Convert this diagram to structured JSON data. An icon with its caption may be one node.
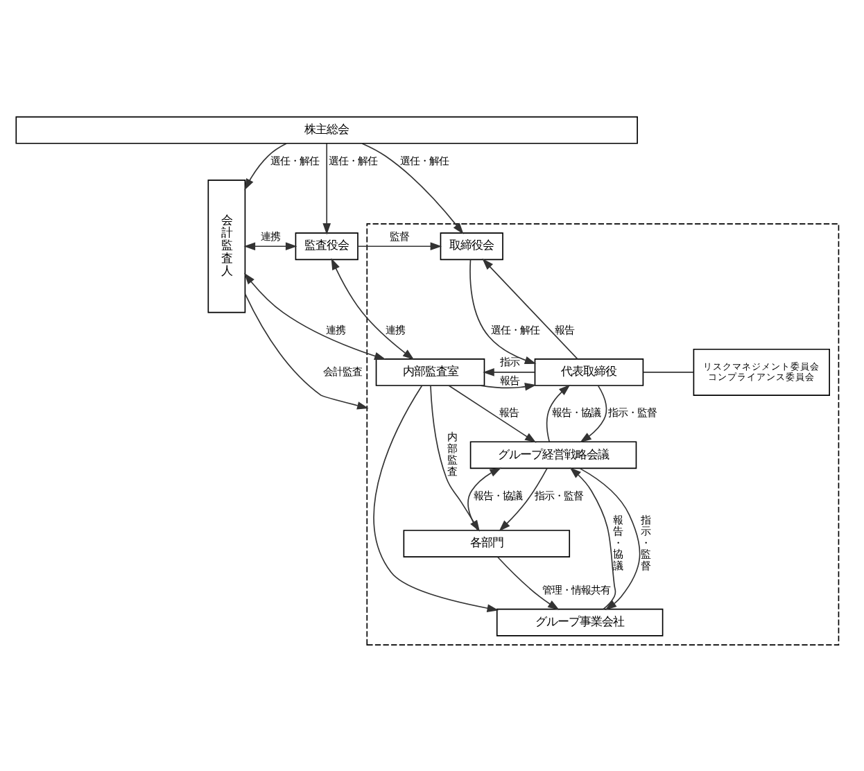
{
  "diagram": {
    "nodes": [
      {
        "text": [
          "株主総会"
        ]
      },
      {
        "text": [
          "会計監査人"
        ]
      },
      {
        "text": [
          "監査役会"
        ]
      },
      {
        "text": [],
        "shape": "box"
      },
      {
        "text": [
          "取締役会"
        ],
        "in": 3
      },
      {
        "text": [
          "内部監査室"
        ],
        "in": 3
      },
      {
        "text": [
          "代表取締役"
        ],
        "in": 3
      },
      {
        "text": [
          "リスクマネジメント委員会",
          "コンプライアンス委員会"
        ],
        "in": 3
      },
      {
        "text": [
          "グループ経営戦略会議"
        ],
        "in": 3
      },
      {
        "text": [
          "各部門"
        ],
        "in": 3
      },
      {
        "text": [
          "グループ事業会社"
        ],
        "in": 3
      }
    ],
    "edges": [
      {
        "from": 0,
        "to": 1,
        "arrow": "to",
        "label": "選任・解任"
      },
      {
        "from": 0,
        "to": 2,
        "arrow": "to",
        "label": "選任・解任"
      },
      {
        "from": 0,
        "to": 4,
        "arrow": "to",
        "label": "選任・解任"
      },
      {
        "from": 1,
        "to": 2,
        "arrow": "both",
        "label": "連携"
      },
      {
        "from": 2,
        "to": 4,
        "arrow": "to",
        "label": "監督"
      },
      {
        "from": 2,
        "to": 5,
        "arrow": "both",
        "label": "連携"
      },
      {
        "from": 1,
        "to": 5,
        "arrow": "both",
        "label": "連携"
      },
      {
        "from": 6,
        "to": 4,
        "arrow": "to",
        "label": "報告"
      },
      {
        "from": 4,
        "to": 6,
        "arrow": "to",
        "label": "選任・解任"
      },
      {
        "from": 6,
        "to": 5,
        "arrow": "to",
        "label": "指示"
      },
      {
        "from": 5,
        "to": 6,
        "arrow": "to",
        "label": "報告"
      },
      {
        "from": 6,
        "to": 7,
        "arrow": "none"
      },
      {
        "from": 8,
        "to": 6,
        "arrow": "to",
        "label": "報告・協議"
      },
      {
        "from": 6,
        "to": 8,
        "arrow": "to",
        "label": "指示・監督"
      },
      {
        "from": 5,
        "to": 8,
        "arrow": "to",
        "label": "報告"
      },
      {
        "from": 9,
        "to": 8,
        "arrow": "to",
        "label": "報告・協議"
      },
      {
        "from": 8,
        "to": 9,
        "arrow": "to",
        "label": "指示・監督"
      },
      {
        "from": 5,
        "to": 9,
        "arrow": "to",
        "label": "内部監査"
      },
      {
        "from": 5,
        "to": 10,
        "arrow": "to"
      },
      {
        "from": 9,
        "to": 10,
        "arrow": "to",
        "label": "管理・情報共有"
      },
      {
        "from": 10,
        "to": 8,
        "arrow": "to",
        "label": "報告・協議"
      },
      {
        "from": 8,
        "to": 10,
        "arrow": "to",
        "label": "指示・監督"
      },
      {
        "from": 1,
        "to": 3,
        "arrow": "to",
        "label": "会計監査"
      }
    ]
  }
}
